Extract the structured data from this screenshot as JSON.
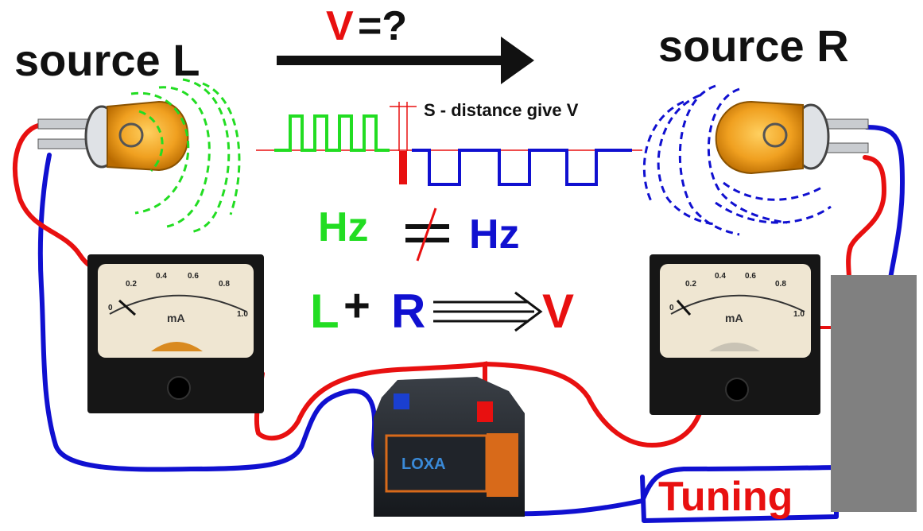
{
  "title": {
    "v_letter": "V",
    "v_rest": "=?"
  },
  "labels": {
    "source_left": "source L",
    "source_right": "source R",
    "distance_note": "S - distance give V",
    "hz_left": "Hz",
    "hz_right": "Hz",
    "eq_l": "L",
    "eq_plus": "+",
    "eq_r": "R",
    "eq_v": "V",
    "tuning": "Tuning"
  },
  "meters": {
    "scale_labels": [
      "0",
      "0.2",
      "0.4",
      "0.6",
      "0.8",
      "1.0"
    ],
    "unit": "mA"
  },
  "battery": {
    "brand": "LOXA"
  },
  "colors": {
    "red": "#e81010",
    "green": "#22dd22",
    "blue": "#1010d0",
    "black": "#111111",
    "gray": "#808080",
    "bulb": "#f0a020",
    "meter_face": "#efe6d2"
  }
}
